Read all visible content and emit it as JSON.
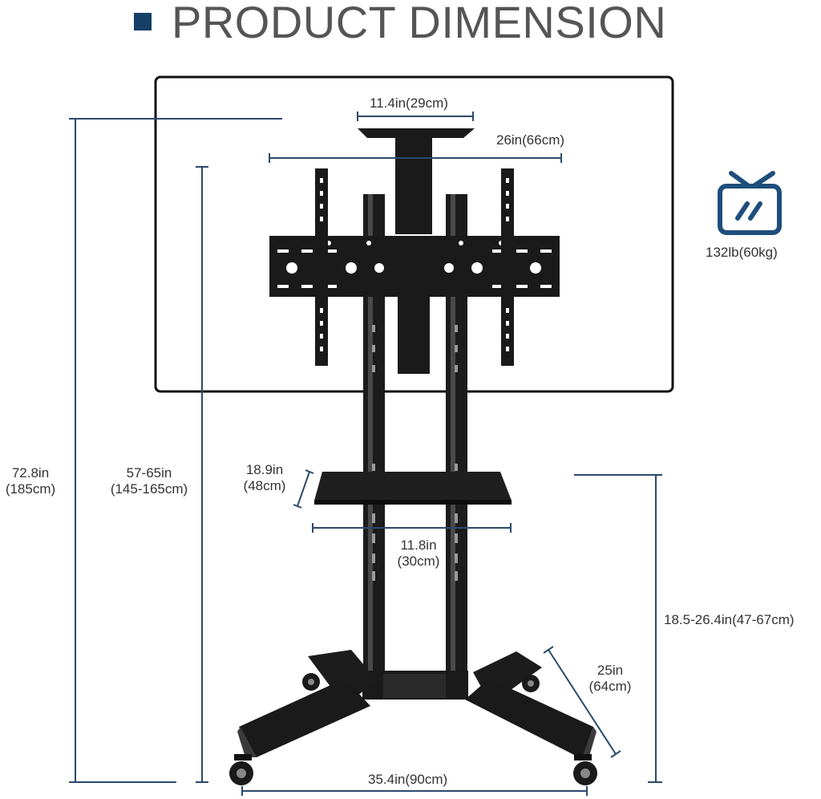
{
  "header": {
    "title": "PRODUCT DIMENSION"
  },
  "load": {
    "icon": "tv-icon",
    "text": "132lb(60kg)"
  },
  "dimensions": {
    "top_plate": "11.4in(29cm)",
    "mount_width": "26in(66cm)",
    "total_height": {
      "line1": "72.8in",
      "line2": "(185cm)"
    },
    "mount_height": {
      "line1": "57-65in",
      "line2": "(145-165cm)"
    },
    "shelf_depth": {
      "line1": "18.9in",
      "line2": "(48cm)"
    },
    "shelf_width": {
      "line1": "11.8in",
      "line2": "(30cm)"
    },
    "shelf_height": "18.5-26.4in(47-67cm)",
    "base_depth": {
      "line1": "25in",
      "line2": "(64cm)"
    },
    "base_width": "35.4in(90cm)"
  },
  "colors": {
    "accent": "#153f66",
    "dim_line": "#2b4a6b",
    "metal": "#1a1a1a"
  }
}
